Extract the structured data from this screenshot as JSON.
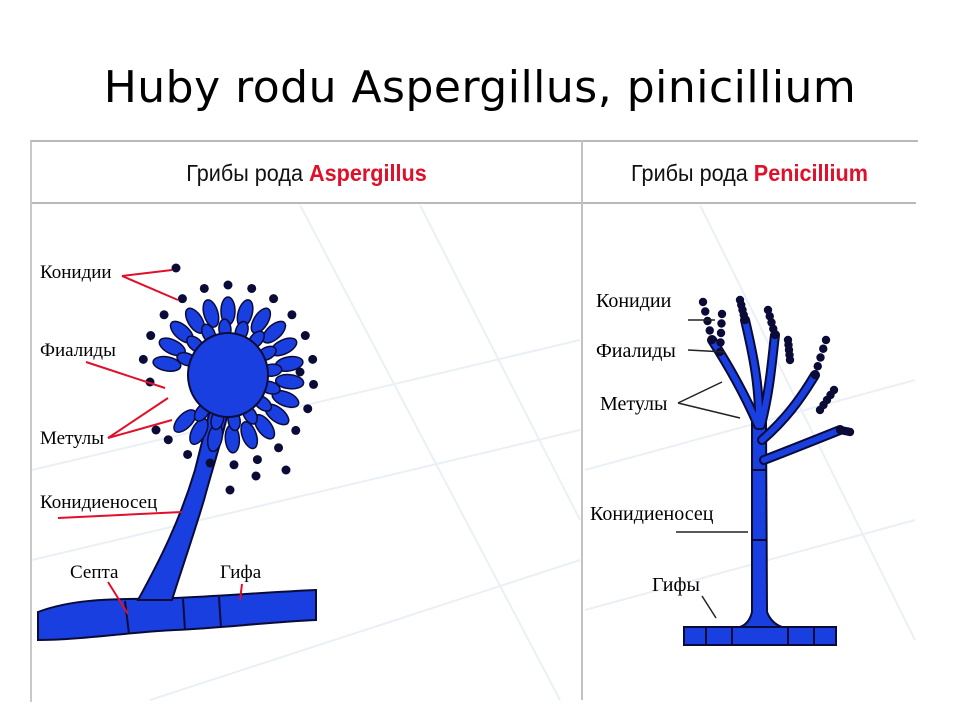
{
  "title": "Huby rodu Aspergillus, pinicillium",
  "headers": {
    "left": {
      "prefix": "Грибы рода",
      "genus": "Aspergillus"
    },
    "right": {
      "prefix": "Грибы рода",
      "genus": "Penicillium"
    }
  },
  "aspergillus_labels": {
    "conidia": "Конидии",
    "phialides": "Фиалиды",
    "metulae": "Метулы",
    "conidiophore": "Конидиеносец",
    "septum": "Септа",
    "hypha": "Гифа"
  },
  "penicillium_labels": {
    "conidia": "Конидии",
    "phialides": "Фиалиды",
    "metulae": "Метулы",
    "conidiophore": "Конидиеносец",
    "hyphae": "Гифы"
  },
  "colors": {
    "fungus_fill": "#1a3fe0",
    "outline": "#0b0b38",
    "leader_red": "#e0102a",
    "leader_dark": "#222222",
    "genus_red": "#e0102a"
  }
}
